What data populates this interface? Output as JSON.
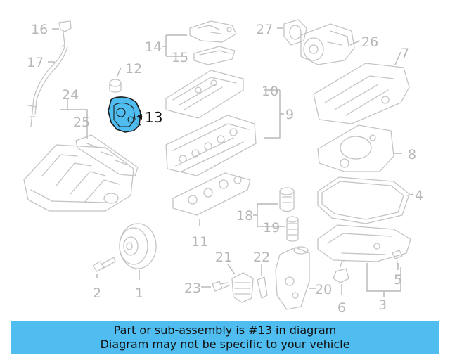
{
  "diagram": {
    "highlighted_part": "13",
    "highlight_color": "#50bdf0",
    "callouts": [
      "1",
      "2",
      "3",
      "4",
      "5",
      "6",
      "7",
      "8",
      "9",
      "10",
      "11",
      "12",
      "13",
      "14",
      "15",
      "16",
      "17",
      "18",
      "19",
      "20",
      "21",
      "22",
      "23",
      "24",
      "25",
      "26",
      "27"
    ]
  },
  "banner": {
    "line1": "Part or sub-assembly is #13 in diagram",
    "line2": "Diagram may not be specific to your vehicle",
    "background": "#50bdf0"
  }
}
